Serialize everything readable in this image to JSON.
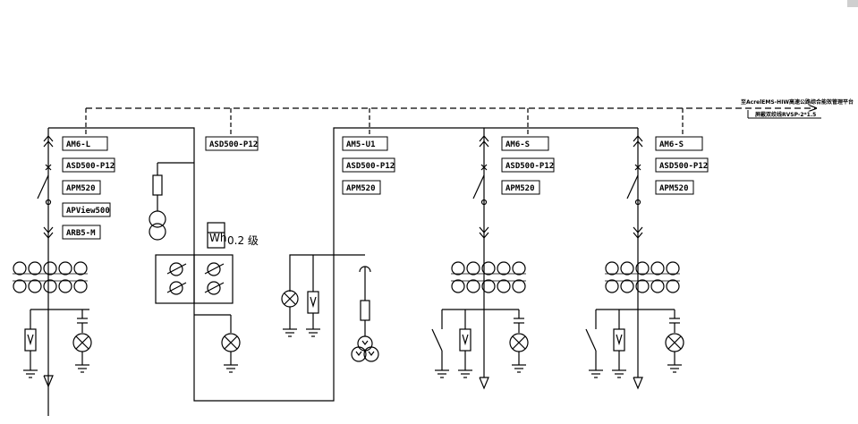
{
  "platform": {
    "label": "至AcrelEMS-HIW高速公路综合能效管理平台",
    "protocol": "屏蔽双绞线RVSP-2*1.5"
  },
  "meter": {
    "icon_text": "Wh",
    "class_text": "0.2 级"
  },
  "devices": {
    "feeder1": [
      "AM6-L",
      "ASD500-P12",
      "APM520",
      "APView500",
      "ARB5-M"
    ],
    "pt": [
      "ASD500-P12"
    ],
    "incoming": [
      "AM5-U1",
      "ASD500-P12",
      "APM520"
    ],
    "feeder2": [
      "AM6-S",
      "ASD500-P12",
      "APM520"
    ],
    "feeder3": [
      "AM6-S",
      "ASD500-P12",
      "APM520"
    ]
  },
  "colors": {
    "line": "#000000",
    "background": "#ffffff"
  }
}
